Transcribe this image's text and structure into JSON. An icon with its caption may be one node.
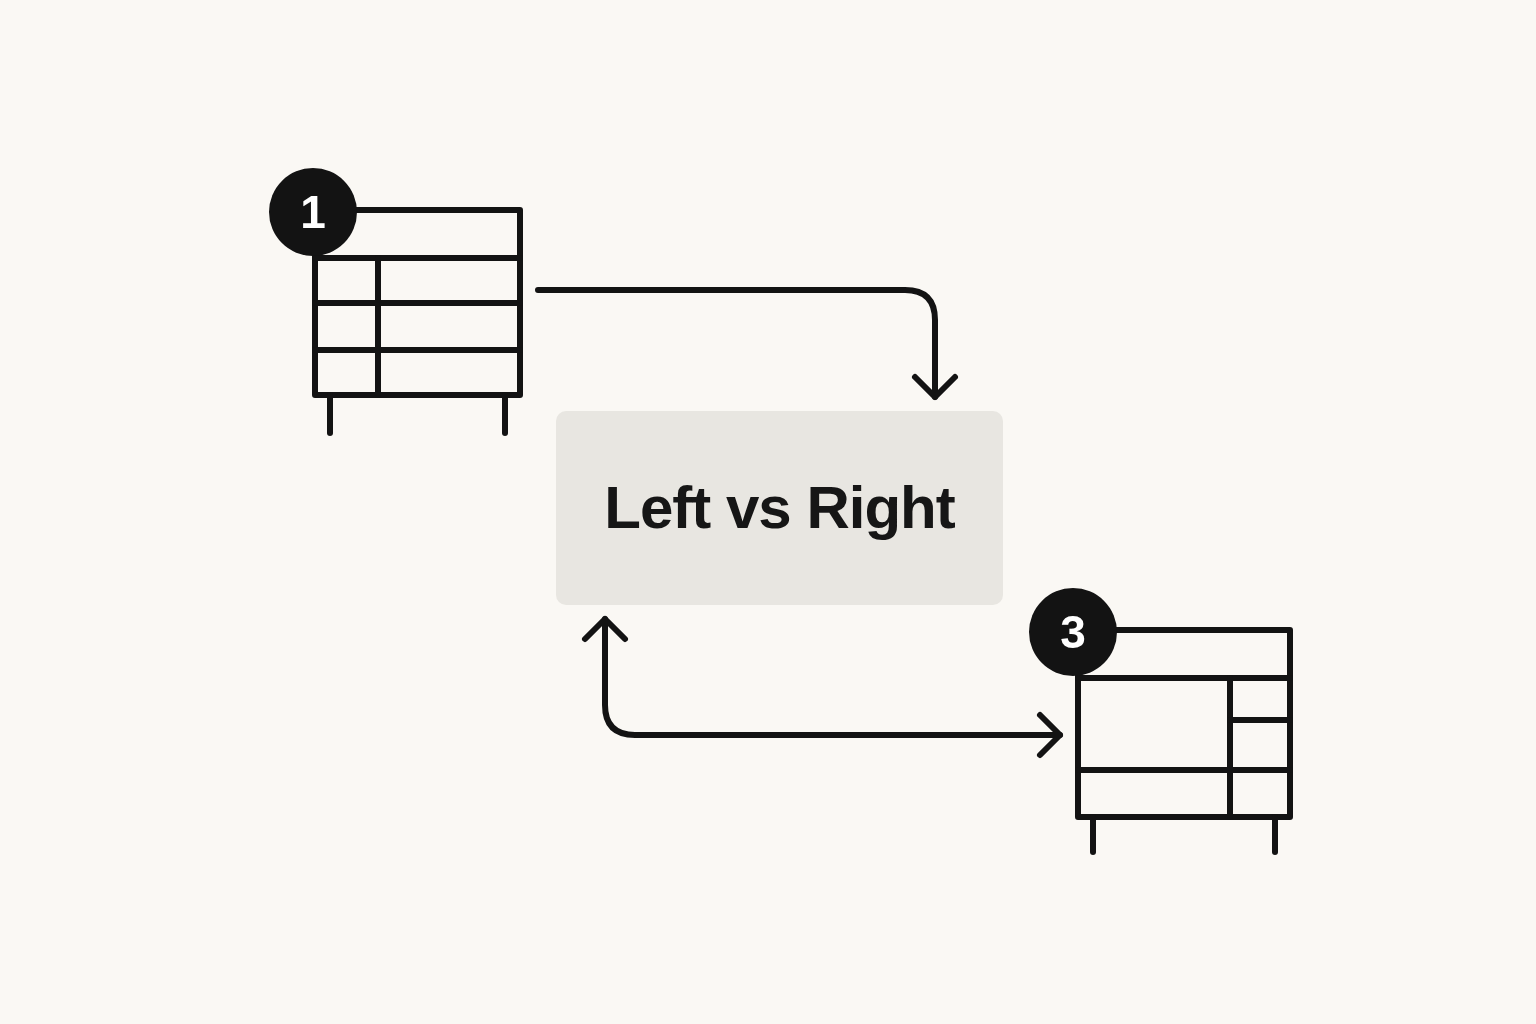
{
  "diagram": {
    "nodes": [
      {
        "text": [
          "1"
        ]
      },
      {
        "text": [],
        "shape": "table"
      },
      {
        "text": [
          "Left vs Right"
        ]
      },
      {
        "text": [
          "3"
        ]
      },
      {
        "text": [],
        "shape": "table"
      }
    ],
    "edges": [
      {
        "from": 1,
        "to": 2,
        "arrow": "to"
      },
      {
        "from": 2,
        "to": 4,
        "arrow": "both"
      }
    ]
  }
}
